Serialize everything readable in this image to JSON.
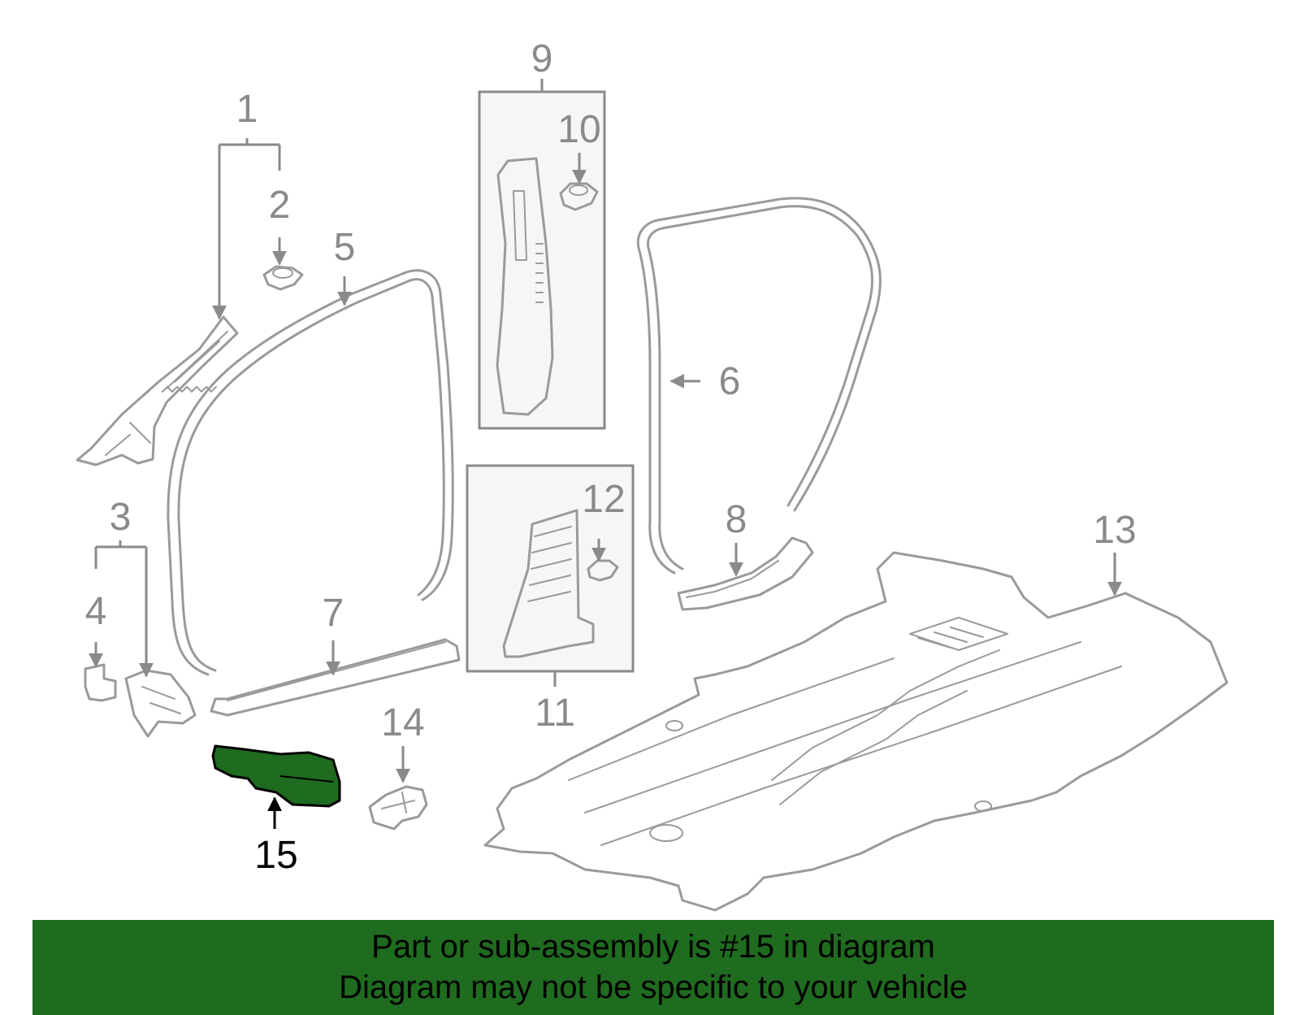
{
  "highlight_color": "#1f6b1f",
  "callouts": {
    "c1": "1",
    "c2": "2",
    "c3": "3",
    "c4": "4",
    "c5": "5",
    "c6": "6",
    "c7": "7",
    "c8": "8",
    "c9": "9",
    "c10": "10",
    "c11": "11",
    "c12": "12",
    "c13": "13",
    "c14": "14",
    "c15": "15"
  },
  "highlighted_part": "15",
  "banner": {
    "line1": "Part or sub-assembly is #15 in diagram",
    "line2": "Diagram may not be specific to your vehicle"
  }
}
